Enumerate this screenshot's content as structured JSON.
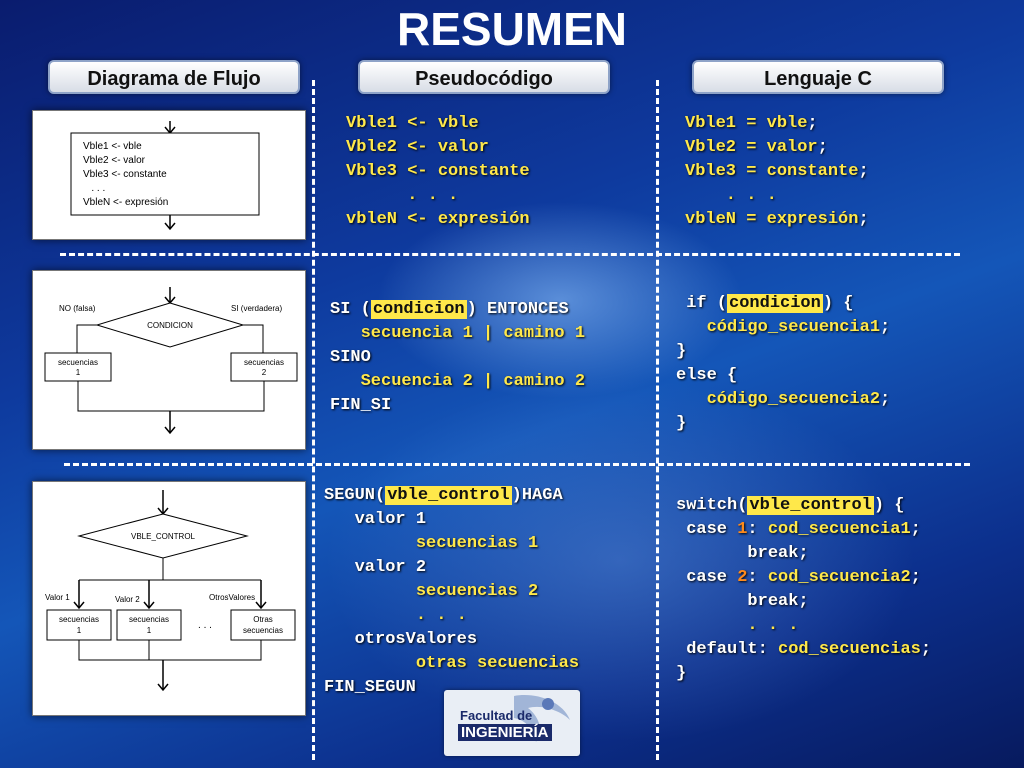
{
  "title": "RESUMEN",
  "headers": {
    "flow": "Diagrama de Flujo",
    "pseudo": "Pseudocódigo",
    "c": "Lenguaje C"
  },
  "flow1": {
    "lines": [
      "Vble1 <- vble",
      "Vble2 <- valor",
      "Vble3 <- constante",
      "   . . .",
      "VbleN <- expresión"
    ]
  },
  "flow2": {
    "no_label": "NO (falsa)",
    "si_label": "SI (verdadera)",
    "cond": "CONDICION",
    "box1_l1": "secuencias",
    "box1_l2": "1",
    "box2_l1": "secuencias",
    "box2_l2": "2"
  },
  "flow3": {
    "cond": "VBLE_CONTROL",
    "v1": "Valor 1",
    "v2": "Valor 2",
    "other": "OtrosValores",
    "b1_l1": "secuencias",
    "b1_l2": "1",
    "b2_l1": "secuencias",
    "b2_l2": "1",
    "dots": ". . .",
    "b3_l1": "Otras",
    "b3_l2": "secuencias"
  },
  "pseudo1": {
    "l1": "Vble1 <- vble",
    "l2": "Vble2 <- valor",
    "l3": "Vble3 <- constante",
    "l4": "      . . .",
    "l5": "vbleN <- expresión"
  },
  "pseudo2": {
    "si": "SI (",
    "cond": "condicion",
    "entonces": ") ENTONCES",
    "s1": "   secuencia 1 | camino 1",
    "sino": "SINO",
    "s2": "   Secuencia 2 | camino 2",
    "finsi": "FIN_SI"
  },
  "pseudo3": {
    "segun": "SEGUN(",
    "var": "vble_control",
    "haga": ")HAGA",
    "v1": "   valor 1",
    "s1": "         secuencias 1",
    "v2": "   valor 2",
    "s2": "         secuencias 2",
    "dots": "         . . .",
    "otros": "   otrosValores",
    "s3": "         otras secuencias",
    "fin": "FIN_SEGUN"
  },
  "c1": {
    "l1a": "Vble1 = vble",
    "l2a": "Vble2 = valor",
    "l3a": "Vble3 = constante",
    "semi": ";",
    "l4": "    . . .",
    "l5a": "vbleN = expresión"
  },
  "c2": {
    "if": " if (",
    "cond": "condicion",
    "brace": ") {",
    "code1": "   código_secuencia1",
    "semi": ";",
    "close": "}",
    "else": "else {",
    "code2": "   código_secuencia2"
  },
  "c3": {
    "switch": "switch(",
    "var": "vble_control",
    "brace": ") {",
    "case": " case ",
    "n1": "1",
    "colon": ": ",
    "cod1": "cod_secuencia1",
    "semi": ";",
    "brk": "       break",
    "n2": "2",
    "cod2": "cod_secuencia2",
    "dots": "       . . .",
    "default": " default: ",
    "cods": "cod_secuencias",
    "close": "}"
  },
  "logo": {
    "line1": "Facultad de",
    "line2": "INGENIERÍA"
  }
}
